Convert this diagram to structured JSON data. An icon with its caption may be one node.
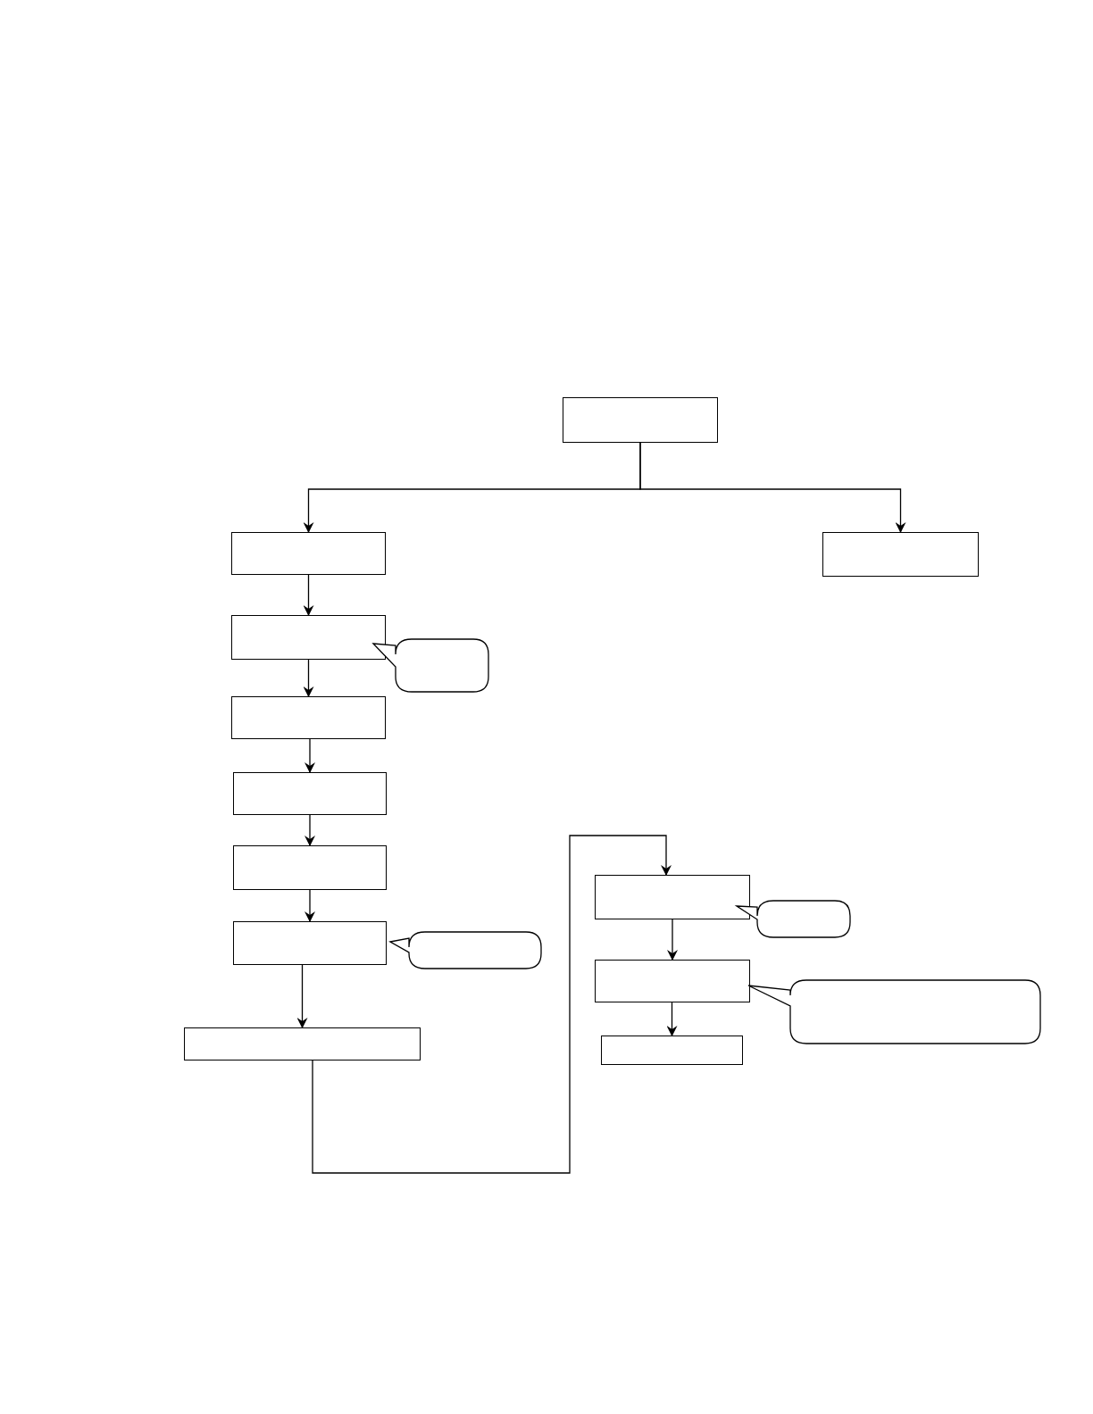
{
  "diagram": {
    "nodes": [
      {
        "text": [],
        "shape": "box"
      },
      {
        "text": [],
        "shape": "box"
      },
      {
        "text": [],
        "shape": "box"
      },
      {
        "text": [],
        "shape": "box"
      },
      {
        "text": [],
        "shape": "callout"
      },
      {
        "text": [],
        "shape": "box"
      },
      {
        "text": [],
        "shape": "box"
      },
      {
        "text": [],
        "shape": "box"
      },
      {
        "text": [],
        "shape": "box"
      },
      {
        "text": [],
        "shape": "callout"
      },
      {
        "text": [],
        "shape": "box"
      },
      {
        "text": [],
        "shape": "callout"
      },
      {
        "text": [],
        "shape": "box"
      },
      {
        "text": [],
        "shape": "callout"
      },
      {
        "text": [],
        "shape": "box"
      },
      {
        "text": [],
        "shape": "box"
      }
    ],
    "edges": [
      {
        "from": 0,
        "to": 1,
        "arrow": "to"
      },
      {
        "from": 0,
        "to": 2,
        "arrow": "to"
      },
      {
        "from": 1,
        "to": 3,
        "arrow": "to"
      },
      {
        "from": 3,
        "to": 5,
        "arrow": "to"
      },
      {
        "from": 5,
        "to": 6,
        "arrow": "to"
      },
      {
        "from": 6,
        "to": 7,
        "arrow": "to"
      },
      {
        "from": 7,
        "to": 10,
        "arrow": "to"
      },
      {
        "from": 10,
        "to": 14,
        "arrow": "to"
      },
      {
        "from": 14,
        "to": 8,
        "arrow": "to"
      },
      {
        "from": 8,
        "to": 12,
        "arrow": "to"
      },
      {
        "from": 12,
        "to": 15,
        "arrow": "to"
      }
    ]
  }
}
